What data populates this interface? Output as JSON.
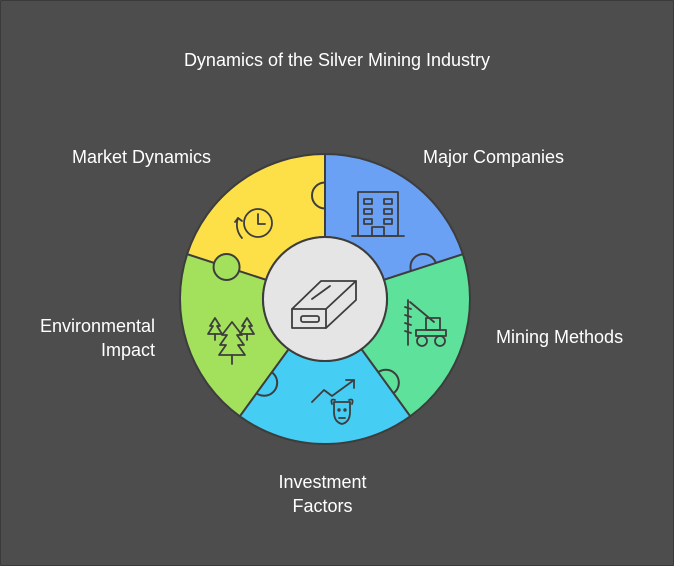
{
  "title": "Dynamics of the Silver Mining Industry",
  "segments": [
    {
      "id": "market",
      "label_lines": [
        "Market Dynamics"
      ],
      "color": "#fde047",
      "icon": "clock-history-icon"
    },
    {
      "id": "major",
      "label_lines": [
        "Major Companies"
      ],
      "color": "#6ba1f5",
      "icon": "office-building-icon"
    },
    {
      "id": "mining",
      "label_lines": [
        "Mining Methods"
      ],
      "color": "#5ee19a",
      "icon": "excavator-icon"
    },
    {
      "id": "investment",
      "label_lines": [
        "Investment",
        "Factors"
      ],
      "color": "#45cdf3",
      "icon": "bull-market-icon"
    },
    {
      "id": "environment",
      "label_lines": [
        "Environmental",
        "Impact"
      ],
      "color": "#a3e15c",
      "icon": "pine-trees-icon"
    }
  ],
  "center": {
    "icon": "silver-bar-icon",
    "color": "#e5e5e5"
  },
  "colors": {
    "background": "#4d4d4d",
    "outline": "#3d3d3d",
    "text": "#ffffff"
  }
}
